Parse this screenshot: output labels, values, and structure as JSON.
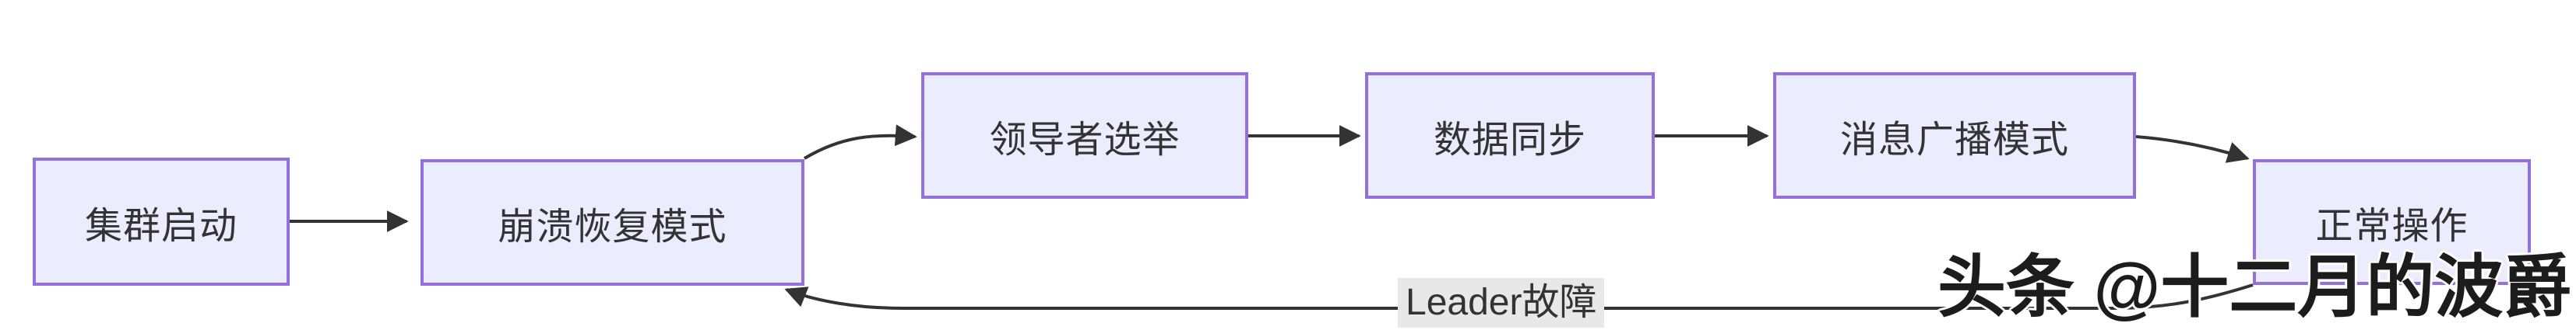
{
  "diagram": {
    "type": "flowchart",
    "direction": "left-to-right",
    "colors": {
      "background": "#ffffff",
      "node_fill": "#ECECFF",
      "node_border": "#9370DB",
      "node_text": "#333333",
      "edge": "#333333",
      "edge_label_bg": "#e8e8e8"
    },
    "nodes": [
      {
        "id": "cluster-start",
        "label": "集群启动"
      },
      {
        "id": "crash-recovery",
        "label": "崩溃恢复模式"
      },
      {
        "id": "leader-election",
        "label": "领导者选举"
      },
      {
        "id": "data-sync",
        "label": "数据同步"
      },
      {
        "id": "message-broadcast",
        "label": "消息广播模式"
      },
      {
        "id": "normal-operation",
        "label": "正常操作"
      }
    ],
    "edges": [
      {
        "from": "cluster-start",
        "to": "crash-recovery",
        "label": ""
      },
      {
        "from": "crash-recovery",
        "to": "leader-election",
        "label": ""
      },
      {
        "from": "leader-election",
        "to": "data-sync",
        "label": ""
      },
      {
        "from": "data-sync",
        "to": "message-broadcast",
        "label": ""
      },
      {
        "from": "message-broadcast",
        "to": "normal-operation",
        "label": ""
      },
      {
        "from": "normal-operation",
        "to": "crash-recovery",
        "label": "Leader故障"
      }
    ]
  },
  "watermark": {
    "text": "头条 @十二月的波爵",
    "color": "#1c1c1c"
  }
}
